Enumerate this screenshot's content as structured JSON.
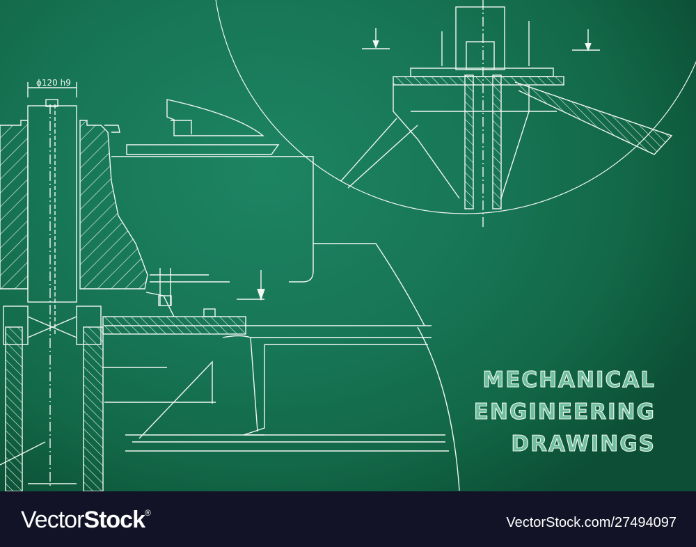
{
  "drawing": {
    "dimension_label": "ϕ120 h9",
    "title_lines": [
      "MECHANICAL",
      "ENGINEERING",
      "DRAWINGS"
    ],
    "colors": {
      "background": "#177656",
      "lines": "#f2f7f2",
      "footer": "#121326"
    }
  },
  "footer": {
    "logo_regular": "Vector",
    "logo_bold": "Stock",
    "logo_mark": "®",
    "image_ref": "VectorStock.com/27494097"
  }
}
